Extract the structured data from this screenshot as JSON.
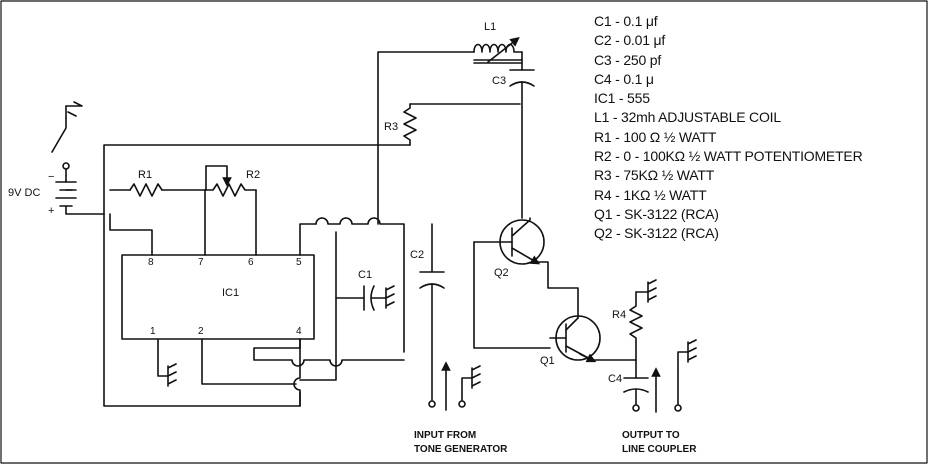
{
  "parts_list": [
    "C1 - 0.1 μf",
    "C2 - 0.01 μf",
    "C3 - 250 pf",
    "C4 - 0.1 μ",
    "IC1 - 555",
    "L1 - 32mh ADJUSTABLE COIL",
    "R1 - 100 Ω ½ WATT",
    "R2 - 0 - 100KΩ ½ WATT POTENTIOMETER",
    "R3 - 75KΩ ½ WATT",
    "R4 - 1KΩ ½ WATT",
    "Q1 - SK-3122 (RCA)",
    "Q2 - SK-3122 (RCA)"
  ],
  "labels": {
    "battery": "9V DC",
    "battery_minus": "−",
    "battery_plus": "+",
    "r1": "R1",
    "r2": "R2",
    "r3": "R3",
    "r4": "R4",
    "c1": "C1",
    "c2": "C2",
    "c3": "C3",
    "c4": "C4",
    "l1": "L1",
    "ic1": "IC1",
    "q1": "Q1",
    "q2": "Q2",
    "input_line1": "INPUT FROM",
    "input_line2": "TONE GENERATOR",
    "output_line1": "OUTPUT TO",
    "output_line2": "LINE COUPLER"
  },
  "ic_pins": {
    "p8": "8",
    "p7": "7",
    "p6": "6",
    "p5": "5",
    "p1": "1",
    "p2": "2",
    "p4": "4"
  }
}
